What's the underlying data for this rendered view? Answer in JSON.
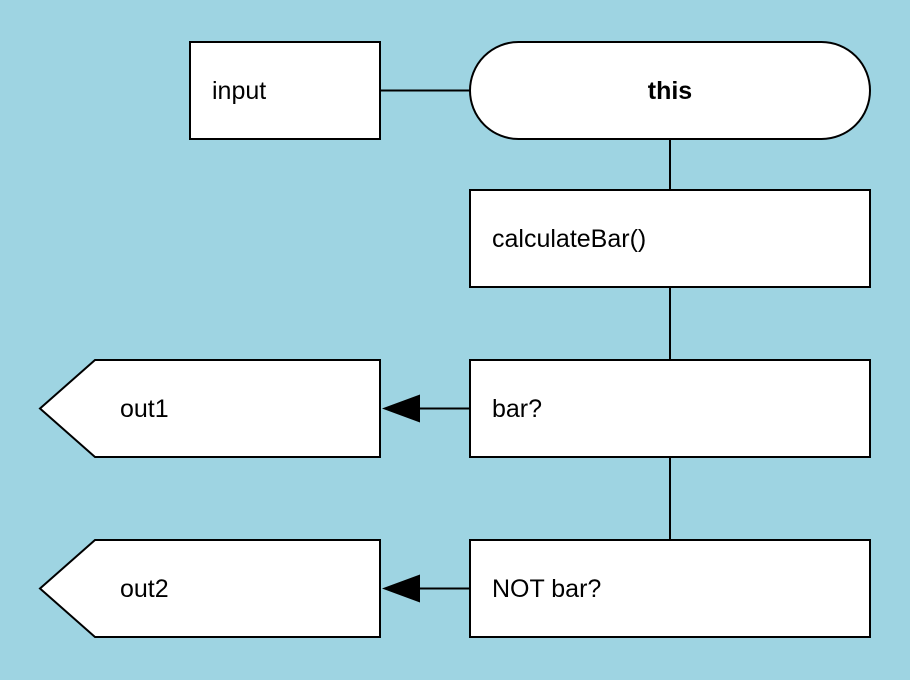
{
  "canvas": {
    "background": "#9ed4e2",
    "node_fill": "#ffffff",
    "stroke": "#000000",
    "text_color": "#000000"
  },
  "nodes": {
    "input": {
      "label": "input",
      "shape": "rectangle"
    },
    "this": {
      "label": "this",
      "shape": "stadium",
      "bold": true
    },
    "calculate_bar": {
      "label": "calculateBar()",
      "shape": "rectangle"
    },
    "bar": {
      "label": "bar?",
      "shape": "rectangle"
    },
    "not_bar": {
      "label": "NOT bar?",
      "shape": "rectangle"
    },
    "out1": {
      "label": "out1",
      "shape": "pointed-tag"
    },
    "out2": {
      "label": "out2",
      "shape": "pointed-tag"
    }
  },
  "edges": [
    {
      "from": "input",
      "to": "this",
      "type": "line"
    },
    {
      "from": "this",
      "to": "calculate_bar",
      "type": "line"
    },
    {
      "from": "calculate_bar",
      "to": "bar",
      "type": "line"
    },
    {
      "from": "bar",
      "to": "not_bar",
      "type": "line"
    },
    {
      "from": "bar",
      "to": "out1",
      "type": "arrow"
    },
    {
      "from": "not_bar",
      "to": "out2",
      "type": "arrow"
    }
  ]
}
